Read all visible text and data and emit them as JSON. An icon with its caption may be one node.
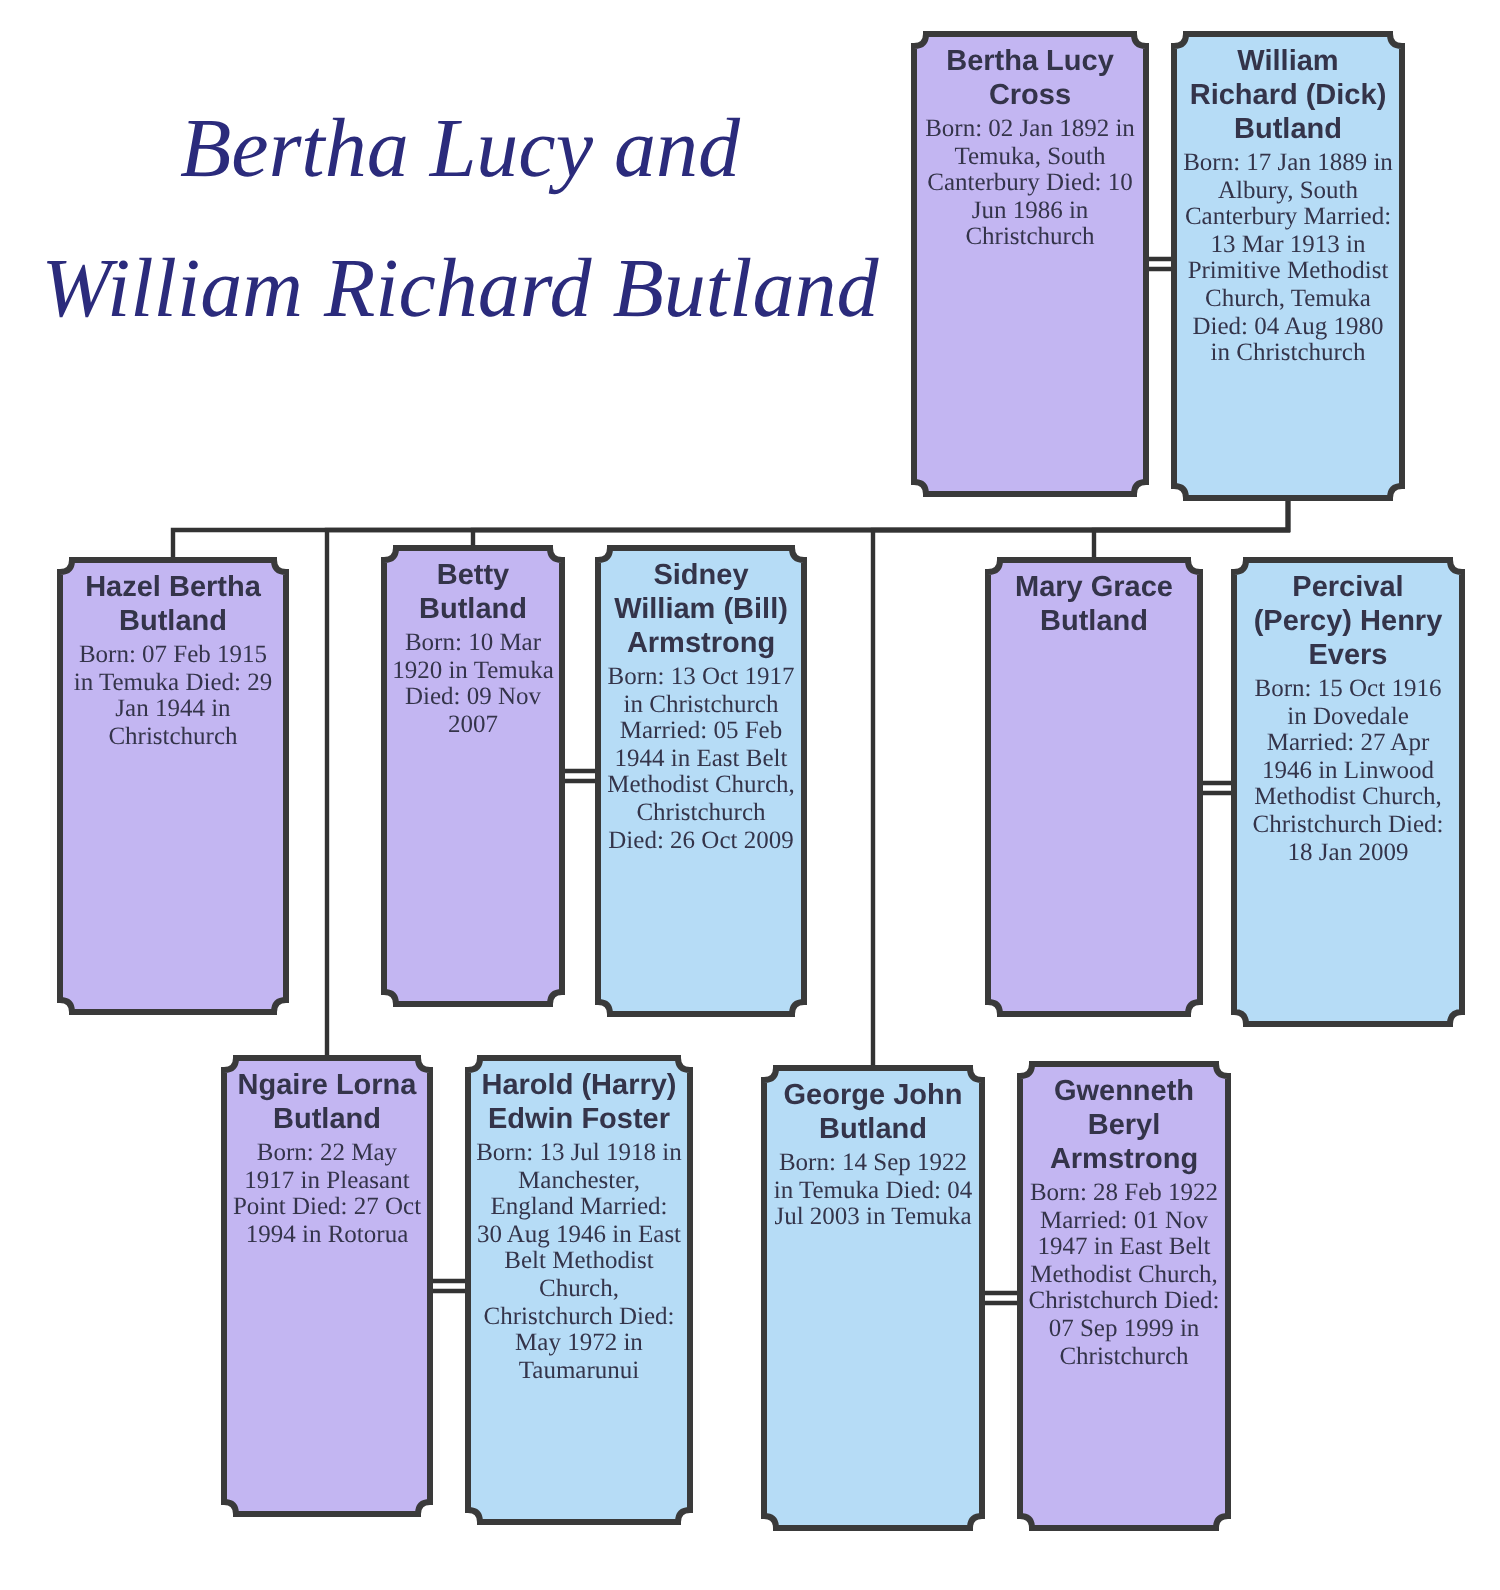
{
  "diagram": {
    "title": "Bertha Lucy and William Richard Butland",
    "nodes": [
      {
        "text": [
          "Bertha Lucy Cross",
          "Born: 02 Jan 1892 in Temuka, South Canterbury Died: 10 Jun 1986 in Christchurch"
        ]
      },
      {
        "text": [
          "William Richard (Dick) Butland",
          "Born: 17 Jan 1889 in Albury, South Canterbury Married: 13 Mar 1913 in Primitive Methodist Church, Temuka Died: 04 Aug 1980 in Christchurch"
        ]
      },
      {
        "text": [
          "Hazel Bertha Butland",
          "Born: 07 Feb 1915 in Temuka Died: 29 Jan 1944 in Christchurch"
        ]
      },
      {
        "text": [
          "Betty Butland",
          "Born: 10 Mar 1920 in Temuka Died: 09 Nov 2007"
        ]
      },
      {
        "text": [
          "Sidney William (Bill) Armstrong",
          "Born: 13 Oct 1917 in Christchurch Married: 05 Feb 1944 in East Belt Methodist Church, Christchurch Died: 26 Oct 2009"
        ]
      },
      {
        "text": [
          "Mary Grace Butland"
        ]
      },
      {
        "text": [
          "Percival (Percy) Henry Evers",
          "Born: 15 Oct 1916 in Dovedale Married: 27 Apr 1946 in Linwood Methodist Church, Christchurch Died: 18 Jan 2009"
        ]
      },
      {
        "text": [
          "Ngaire Lorna Butland",
          "Born: 22 May 1917 in Pleasant Point Died: 27 Oct 1994 in Rotorua"
        ]
      },
      {
        "text": [
          "Harold (Harry) Edwin Foster",
          "Born: 13 Jul 1918 in Manchester, England Married: 30 Aug 1946 in East Belt Methodist Church, Christchurch Died: May 1972 in Taumarunui"
        ]
      },
      {
        "text": [
          "George John Butland",
          "Born: 14 Sep 1922 in Temuka Died: 04 Jul 2003 in Temuka"
        ]
      },
      {
        "text": [
          "Gwenneth Beryl Armstrong",
          "Born: 28 Feb 1922 Married: 01 Nov 1947 in East Belt Methodist Church, Christchurch Died: 07 Sep 1999 in Christchurch"
        ]
      }
    ],
    "edges": [
      {
        "from": 0,
        "to": 1,
        "arrow": "none"
      },
      {
        "from": 1,
        "to": 2,
        "arrow": "none"
      },
      {
        "from": 1,
        "to": 7,
        "arrow": "none"
      },
      {
        "from": 1,
        "to": 3,
        "arrow": "none"
      },
      {
        "from": 3,
        "to": 4,
        "arrow": "none"
      },
      {
        "from": 1,
        "to": 9,
        "arrow": "none"
      },
      {
        "from": 1,
        "to": 5,
        "arrow": "none"
      },
      {
        "from": 5,
        "to": 6,
        "arrow": "none"
      },
      {
        "from": 7,
        "to": 8,
        "arrow": "none"
      },
      {
        "from": 9,
        "to": 10,
        "arrow": "none"
      }
    ]
  }
}
